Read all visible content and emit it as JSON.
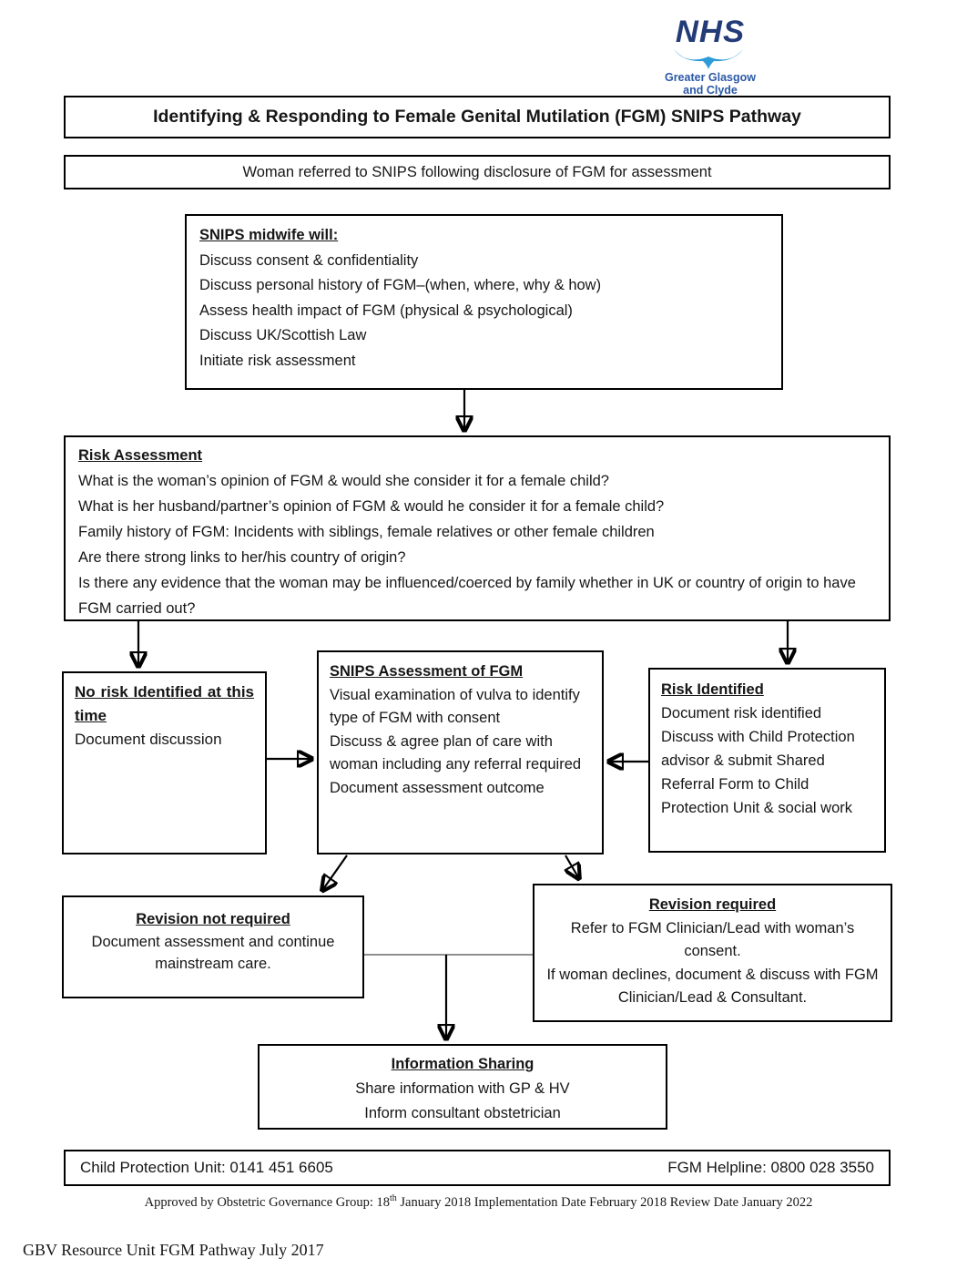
{
  "logo": {
    "nhs": "NHS",
    "org_line1": "Greater Glasgow",
    "org_line2": "and Clyde",
    "colors": {
      "nhs_navy": "#233c77",
      "swoosh_blue": "#2e9cd8",
      "org_blue": "#2b58a6"
    }
  },
  "title": "Identifying & Responding to Female Genital Mutilation (FGM) SNIPS Pathway",
  "referral": "Woman referred to SNIPS following disclosure of FGM for assessment",
  "midwife": {
    "heading": "SNIPS midwife will:",
    "items": [
      "Discuss consent & confidentiality",
      "Discuss personal history of FGM–(when, where, why & how)",
      "Assess health impact of FGM (physical & psychological)",
      "Discuss UK/Scottish Law",
      "Initiate risk assessment"
    ]
  },
  "risk_assessment": {
    "heading": "Risk Assessment",
    "items": [
      "What is the woman’s opinion of FGM & would she consider it for a female child?",
      "What is her husband/partner’s opinion of FGM & would he consider it for a female child?",
      "Family history of FGM: Incidents with siblings, female relatives or other female children",
      "Are there strong links to her/his country of origin?",
      "Is there any evidence that the woman may be influenced/coerced by family whether in UK or country of origin to have FGM carried out?"
    ]
  },
  "no_risk": {
    "heading": "No risk Identified at this time",
    "body": "Document discussion"
  },
  "snips_assessment": {
    "heading": "SNIPS Assessment of FGM",
    "items": [
      "Visual examination of vulva to identify type of FGM with consent",
      "Discuss & agree plan of care with woman including any referral required",
      "Document assessment outcome"
    ]
  },
  "risk_identified": {
    "heading": "Risk Identified",
    "items": [
      "Document risk identified",
      "Discuss with Child Protection advisor & submit Shared Referral Form to Child Protection Unit & social work"
    ]
  },
  "revision_not_required": {
    "heading": "Revision not required",
    "body": "Document assessment and continue mainstream care."
  },
  "revision_required": {
    "heading": "Revision required",
    "lines": [
      "Refer to FGM Clinician/Lead with woman’s consent.",
      "If woman declines, document & discuss with FGM Clinician/Lead & Consultant."
    ]
  },
  "information_sharing": {
    "heading": "Information Sharing",
    "lines": [
      "Share information with GP & HV",
      "Inform consultant obstetrician"
    ]
  },
  "contacts": {
    "child_protection": "Child Protection Unit: 0141 451 6605",
    "fgm_helpline": "FGM Helpline: 0800 028 3550"
  },
  "approval": {
    "prefix": "Approved by Obstetric Governance Group: 18",
    "sup": "th",
    "suffix": " January 2018 Implementation Date February 2018 Review Date January 2022"
  },
  "footer": "GBV Resource Unit FGM Pathway July 2017"
}
